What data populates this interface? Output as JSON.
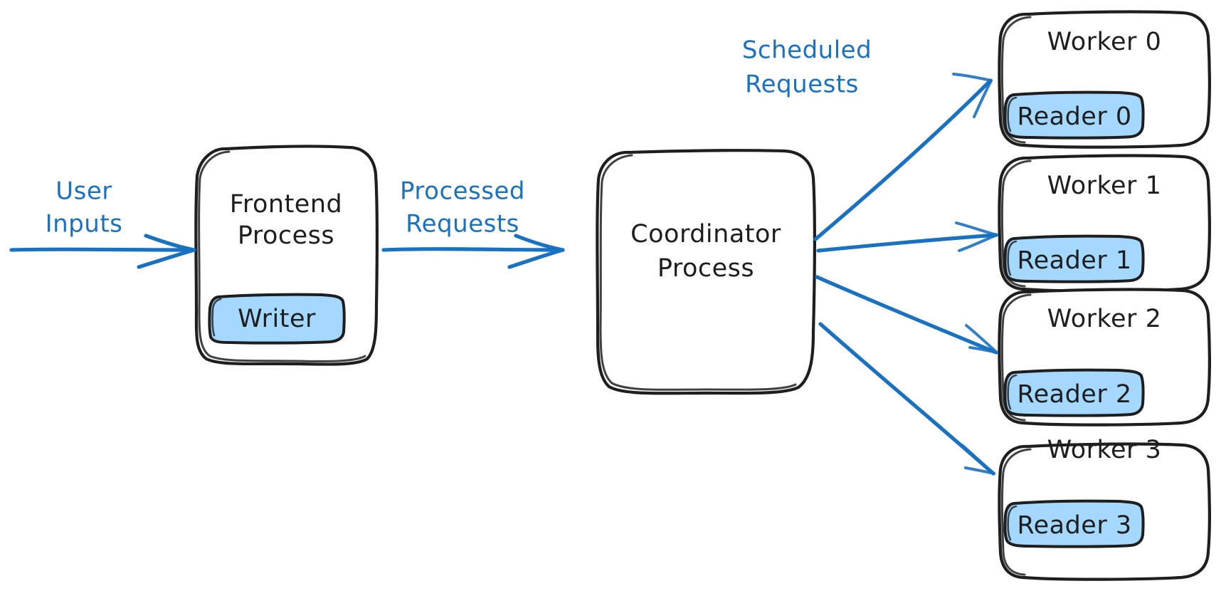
{
  "diagram": {
    "title": "Process Architecture Diagram",
    "style": "hand-drawn",
    "background_color": "#ffffff",
    "ink_color": "#1e1e1e",
    "accent_color": "#1971c2",
    "chip_fill_color": "#a5d8ff"
  },
  "nodes": {
    "frontend": {
      "label_line1": "Frontend",
      "label_line2": "Process",
      "chip_label": "Writer"
    },
    "coordinator": {
      "label_line1": "Coordinator",
      "label_line2": "Process"
    },
    "workers": [
      {
        "title": "Worker 0",
        "chip_label": "Reader 0"
      },
      {
        "title": "Worker 1",
        "chip_label": "Reader 1"
      },
      {
        "title": "Worker 2",
        "chip_label": "Reader 2"
      },
      {
        "title": "Worker 3",
        "chip_label": "Reader 3"
      }
    ]
  },
  "edges": {
    "user_inputs": {
      "label_line1": "User",
      "label_line2": "Inputs",
      "from": "external",
      "to": "frontend"
    },
    "processed_requests": {
      "label_line1": "Processed",
      "label_line2": "Requests",
      "from": "frontend",
      "to": "coordinator"
    },
    "scheduled_requests": {
      "label_line1": "Scheduled",
      "label_line2": "Requests",
      "from": "coordinator",
      "to": "workers"
    }
  }
}
